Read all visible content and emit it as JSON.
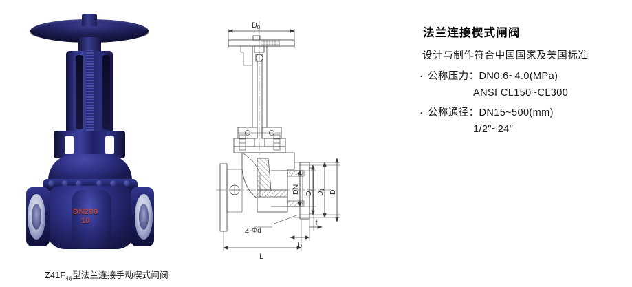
{
  "photo": {
    "caption_main": "Z41F",
    "caption_sub": "46",
    "caption_rest": "型法兰连接手动楔式闸阀",
    "body_marking_size": "DN200",
    "body_marking_rating": "10",
    "colors": {
      "valve_blue": "#2b2e7e",
      "valve_blue_dark": "#101033",
      "valve_highlight": "#4a50b2",
      "marking_red": "#c8432f"
    }
  },
  "drawing": {
    "dimensions": {
      "handwheel_diameter": "D",
      "handwheel_diameter_sub": "0",
      "nominal_bore": "DN",
      "bolt_circle": "D",
      "bolt_circle_sub": "2",
      "raised_face": "D",
      "raised_face_sub": "1",
      "flange_outer": "D",
      "face_to_face": "L",
      "flange_thickness": "b",
      "raised_face_height": "f",
      "bolt_holes": "Z-Φd"
    },
    "line_color": "#3a3a3a"
  },
  "spec": {
    "title": "法兰连接楔式闸阀",
    "subtitle": "设计与制作符合中国国家及美国标准",
    "bullet": "·",
    "rows": [
      {
        "label": "公称压力：",
        "value": "DN0.6~4.0(MPa)",
        "continuation": "ANSI CL150~CL300"
      },
      {
        "label": "公称通径：",
        "value": "DN15~500(mm)",
        "continuation": "1/2\"~24\""
      }
    ]
  }
}
